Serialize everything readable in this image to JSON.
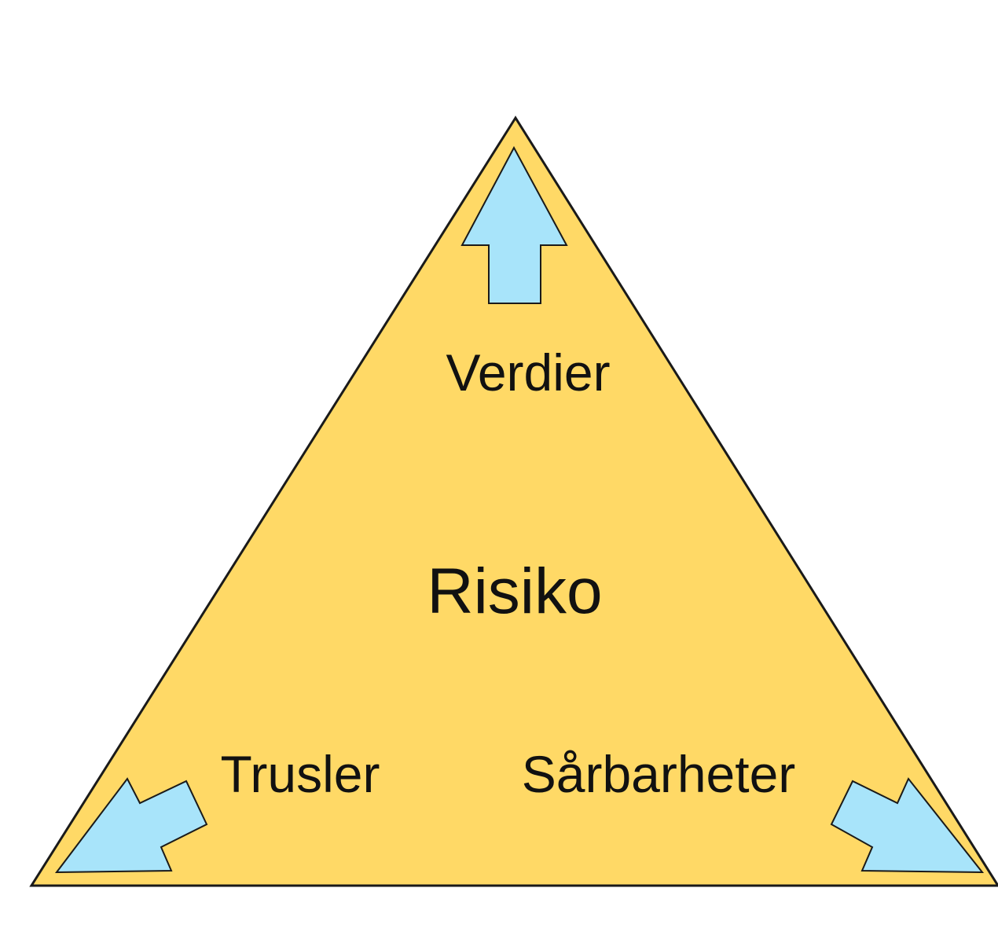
{
  "diagram": {
    "center_label": "Risiko",
    "top_label": "Verdier",
    "left_label": "Trusler",
    "right_label": "Sårbarheter"
  },
  "colors": {
    "triangle_fill": "#FFD966",
    "triangle_stroke": "#1A1A1A",
    "arrow_fill": "#A8E4FA",
    "arrow_stroke": "#1A1A1A",
    "text": "#111111",
    "background": "#FFFFFF"
  },
  "icons": {
    "top_arrow": "arrow-up-icon",
    "left_arrow": "arrow-down-left-icon",
    "right_arrow": "arrow-down-right-icon"
  }
}
